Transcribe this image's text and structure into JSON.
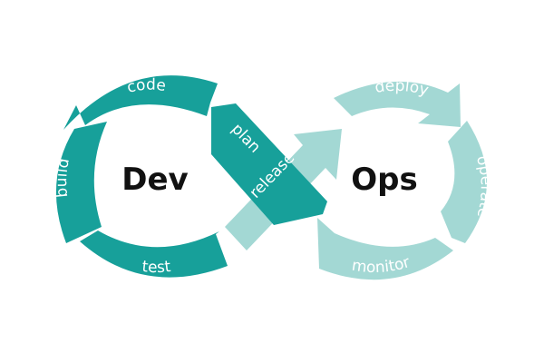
{
  "colors": {
    "dev_teal": "#17a09a",
    "ops_teal": "#a3d8d4",
    "background": "#ffffff",
    "center_text": "#111111",
    "label_text": "#ffffff"
  },
  "center": {
    "dev": "Dev",
    "ops": "Ops"
  },
  "stages": {
    "code": "code",
    "build": "build",
    "test": "test",
    "plan": "plan",
    "release": "release",
    "deploy": "deploy",
    "operate": "operate",
    "monitor": "monitor"
  }
}
